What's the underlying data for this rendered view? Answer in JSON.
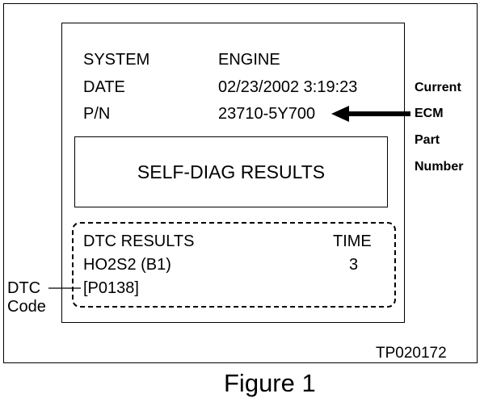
{
  "screen": {
    "rows": [
      {
        "label": "SYSTEM",
        "value": "ENGINE"
      },
      {
        "label": "DATE",
        "value": "02/23/2002 3:19:23"
      },
      {
        "label": "P/N",
        "value": "23710-5Y700"
      }
    ],
    "results_title": "SELF-DIAG RESULTS",
    "dtc": {
      "header_label": "DTC RESULTS",
      "header_time": "TIME",
      "item_name": "HO2S2 (B1)",
      "item_time": "3",
      "item_code": "[P0138]"
    }
  },
  "callouts": {
    "ecm_lines": [
      "Current",
      "ECM",
      "Part",
      "Number"
    ],
    "dtc_lines": [
      "DTC",
      "Code"
    ]
  },
  "figure": {
    "code": "TP020172",
    "caption": "Figure 1"
  }
}
